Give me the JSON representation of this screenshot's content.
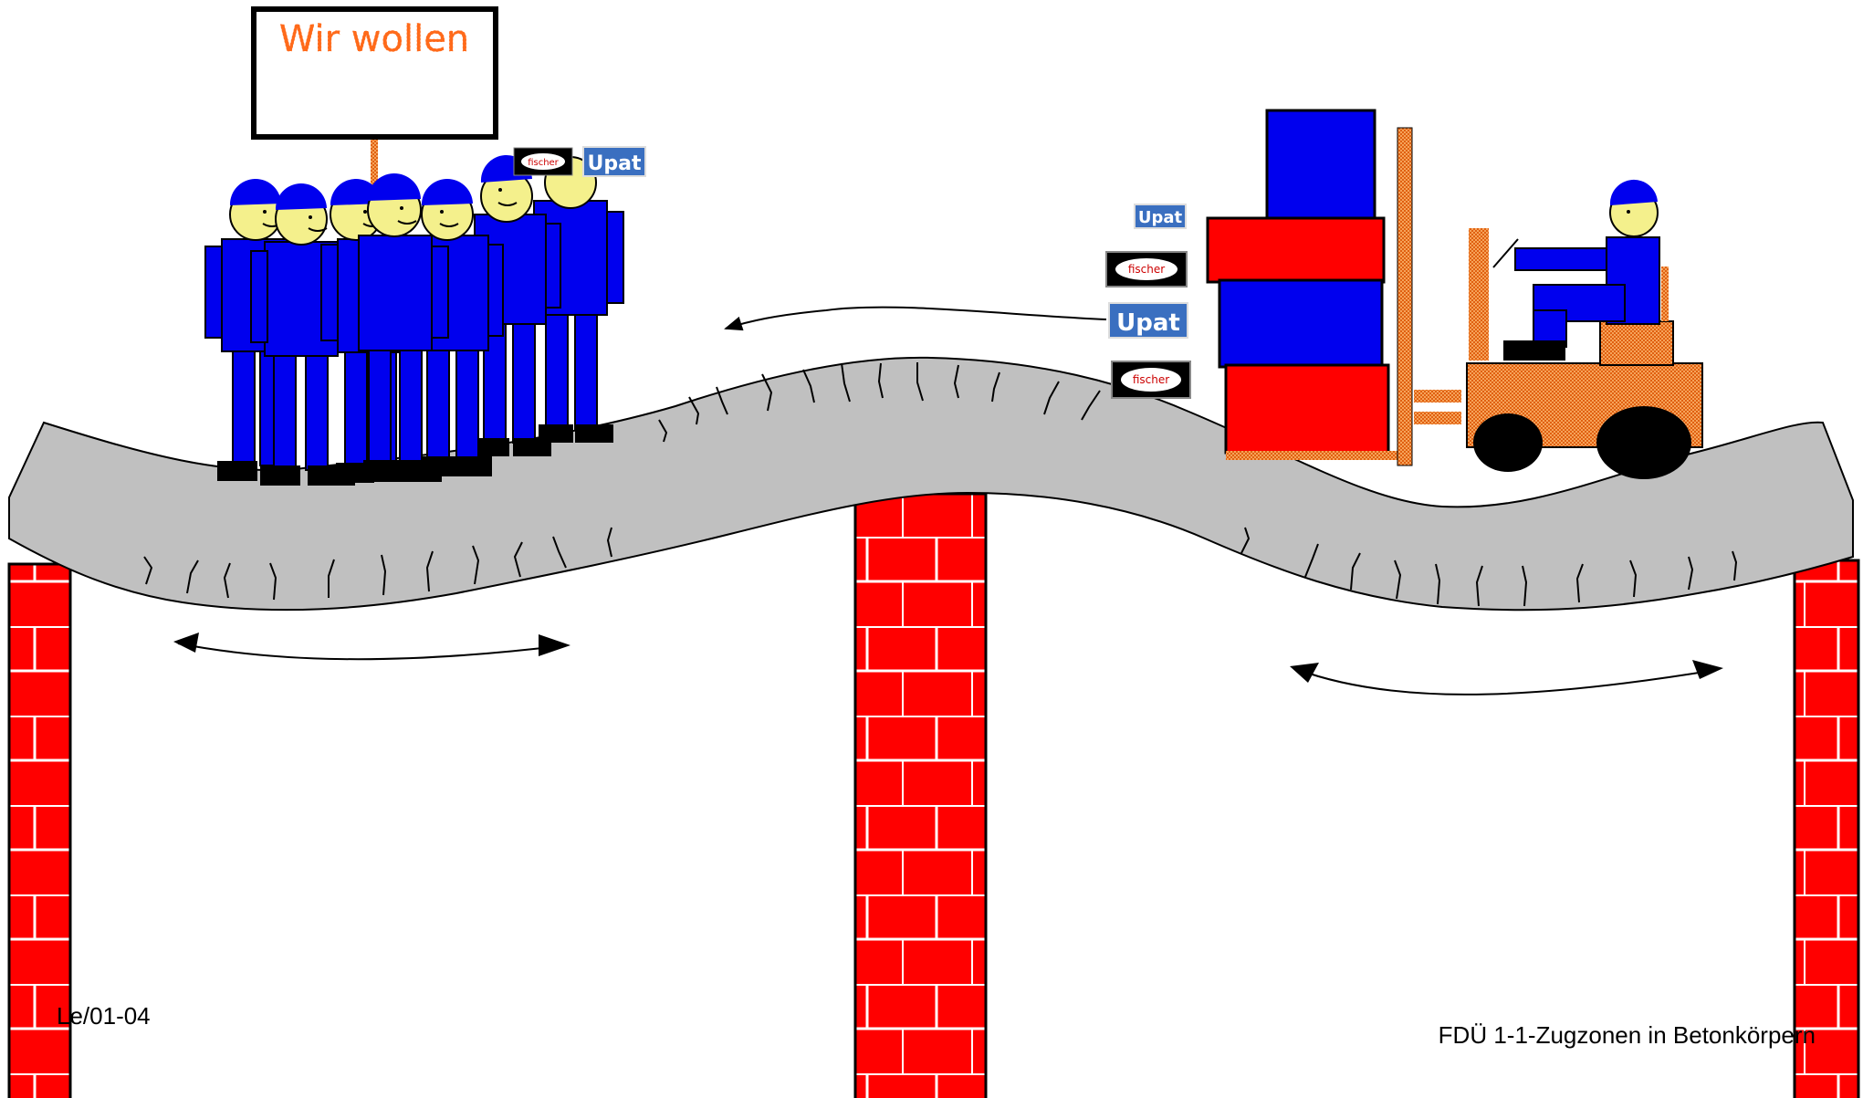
{
  "sign": {
    "text": "Wir wollen"
  },
  "logos": {
    "upat": "Upat",
    "fischer": "fischer"
  },
  "footer": {
    "left": "Le/01-04",
    "right": "FDÜ 1-1-Zugzonen in Betonkörpern"
  },
  "colors": {
    "brick": "#ff0000",
    "mortar": "#ffffff",
    "beam": "#c0c0c0",
    "worker": "#0000ee",
    "face": "#f4f08c",
    "forklift": "#f28c28",
    "sign_text": "#ff6a1a"
  }
}
